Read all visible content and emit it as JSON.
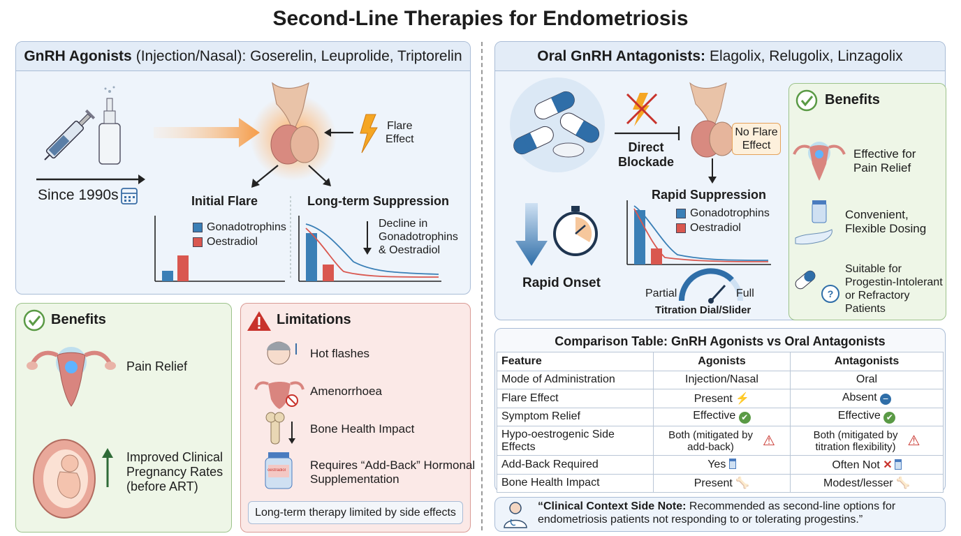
{
  "title": "Second-Line Therapies for Endometriosis",
  "colors": {
    "gonadotrophins": "#3a7fb6",
    "oestradiol": "#d9574f",
    "green": "#5a9a45",
    "red": "#c8322b",
    "border": "#a9bcd6"
  },
  "agonists": {
    "heading_bold": "GnRH Agonists",
    "heading_rest": "(Injection/Nasal): Goserelin, Leuprolide, Triptorelin",
    "since": "Since 1990s",
    "flare_effect": "Flare\nEffect",
    "initial_flare": "Initial Flare",
    "long_term": "Long-term Suppression",
    "legend_gonadotrophins": "Gonadotrophins",
    "legend_oestradiol": "Oestradiol",
    "decline": "Decline in\nGonadotrophins\n& Oestradiol"
  },
  "benefits": {
    "title": "Benefits",
    "pain_relief": "Pain Relief",
    "pregnancy": "Improved Clinical\nPregnancy Rates\n(before ART)"
  },
  "limitations": {
    "title": "Limitations",
    "items": [
      "Hot flashes",
      "Amenorrhoea",
      "Bone Health Impact",
      "Requires “Add-Back” Hormonal\nSupplementation"
    ],
    "note": "Long-term therapy limited by side effects",
    "vial_label": "oestradiol"
  },
  "antagonists": {
    "heading_bold": "Oral GnRH Antagonists:",
    "heading_rest": "Elagolix, Relugolix, Linzagolix",
    "direct_blockade": "Direct\nBlockade",
    "no_flare": "No Flare\nEffect",
    "rapid_suppression": "Rapid Suppression",
    "legend_gonadotrophins": "Gonadotrophins",
    "legend_oestradiol": "Oestradiol",
    "rapid_onset": "Rapid Onset",
    "partial": "Partial",
    "full": "Full",
    "dial_label": "Titration Dial/Slider",
    "benefits_title": "Benefits",
    "benefits": [
      "Effective for\nPain Relief",
      "Convenient,\nFlexible Dosing",
      "Suitable for\nProgestin-Intolerant\nor Refractory\nPatients"
    ]
  },
  "table": {
    "title": "Comparison Table: GnRH Agonists vs Oral Antagonists",
    "headers": [
      "Feature",
      "Agonists",
      "Antagonists"
    ],
    "rows": [
      {
        "feature": "Mode of Administration",
        "agonists": "Injection/Nasal",
        "antagonists": "Oral",
        "a_icon": "",
        "b_icon": ""
      },
      {
        "feature": "Flare Effect",
        "agonists": "Present",
        "antagonists": "Absent",
        "a_icon": "lightning-icon",
        "b_icon": "minus-circle-icon"
      },
      {
        "feature": "Symptom Relief",
        "agonists": "Effective",
        "antagonists": "Effective",
        "a_icon": "check-icon",
        "b_icon": "check-icon"
      },
      {
        "feature": "Hypo-oestrogenic Side Effects",
        "agonists": "Both (mitigated by\nadd-back)",
        "antagonists": "Both (mitigated by\ntitration flexibility)",
        "a_icon": "warning-icon",
        "b_icon": "warning-icon"
      },
      {
        "feature": "Add-Back Required",
        "agonists": "Yes",
        "antagonists": "Often Not",
        "a_icon": "bottle-icon",
        "b_icon": "cross-bottle-icon"
      },
      {
        "feature": "Bone Health Impact",
        "agonists": "Present",
        "antagonists": "Modest/lesser",
        "a_icon": "bone-icon",
        "b_icon": "bone-icon"
      }
    ]
  },
  "note": {
    "bold": "“Clinical Context Side Note:",
    "text": "Recommended as second-line options for\nendometriosis patients not responding to or tolerating progestins.”"
  }
}
